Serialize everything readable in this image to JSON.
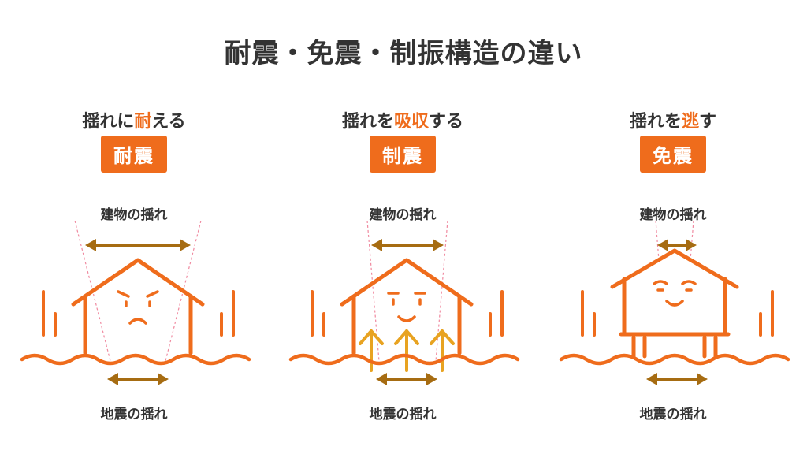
{
  "title": "耐震・免震・制振構造の違い",
  "colors": {
    "accent": "#ef6c1c",
    "arrow": "#a66c12",
    "damper": "#e8a321",
    "text": "#333333",
    "guide": "#f08aa0"
  },
  "columns": [
    {
      "heading_pre": "揺れに",
      "heading_hl": "耐",
      "heading_post": "える",
      "badge": "耐震",
      "building_label": "建物の揺れ",
      "ground_label": "地震の揺れ",
      "face": "angry-face-icon"
    },
    {
      "heading_pre": "揺れを",
      "heading_hl": "吸収",
      "heading_post": "する",
      "badge": "制震",
      "building_label": "建物の揺れ",
      "ground_label": "地震の揺れ",
      "face": "smiling-face-icon"
    },
    {
      "heading_pre": "揺れを",
      "heading_hl": "逃",
      "heading_post": "す",
      "badge": "免震",
      "building_label": "建物の揺れ",
      "ground_label": "地震の揺れ",
      "face": "calm-face-icon"
    }
  ]
}
